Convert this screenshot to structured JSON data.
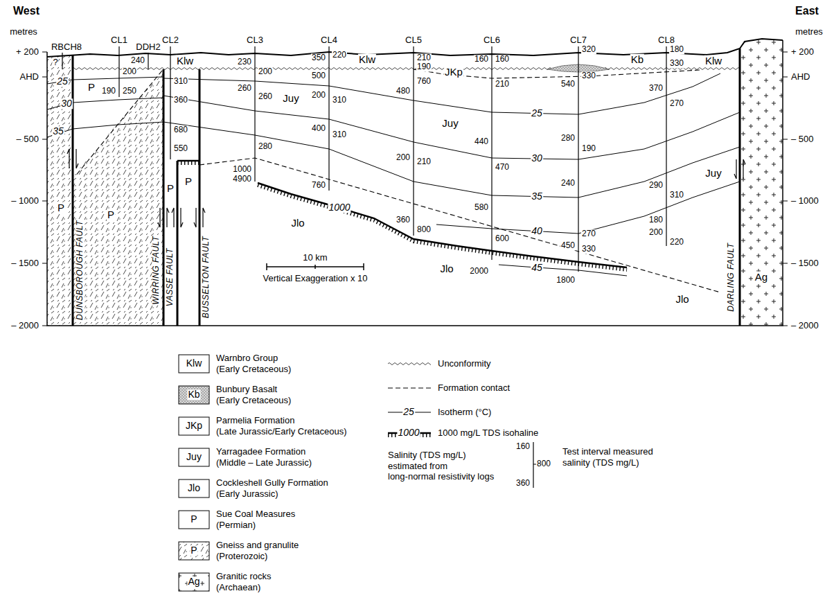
{
  "diagram": {
    "labels": [
      "West",
      "East",
      "metres",
      "metres",
      "+ 200",
      "AHD",
      "– 500",
      "– 1000",
      "– 1500",
      "– 2000",
      "+ 200",
      "AHD",
      "– 500",
      "– 1000",
      "– 1500",
      "– 2000",
      "RBCH8",
      "?",
      "CL1",
      "DDH2",
      "CL2",
      "CL3",
      "CL4",
      "CL5",
      "CL6",
      "CL7",
      "CL8",
      "200",
      "190",
      "250",
      "240",
      "310",
      "360",
      "680",
      "550",
      "230",
      "200",
      "260",
      "260",
      "280",
      "1000",
      "4900",
      "350",
      "220",
      "500",
      "200",
      "310",
      "400",
      "310",
      "760",
      "210",
      "190",
      "760",
      "480",
      "200",
      "210",
      "360",
      "800",
      "160",
      "160",
      "210",
      "440",
      "470",
      "580",
      "600",
      "2000",
      "320",
      "330",
      "540",
      "280",
      "190",
      "240",
      "270",
      "450",
      "330",
      "1800",
      "180",
      "330",
      "370",
      "270",
      "290",
      "310",
      "180",
      "200",
      "220",
      "Klw",
      "Klw",
      "Klw",
      "Kb",
      "JKp",
      "Juy",
      "Juy",
      "Juy",
      "Jlo",
      "Jlo",
      "Jlo",
      "P",
      "P",
      "P",
      "P",
      "P",
      "Ag",
      "25",
      "30",
      "35",
      "25",
      "30",
      "35",
      "40",
      "45",
      "1000",
      "DUNSBOROUGH FAULT",
      "WIRRING FAULT",
      "VASSE FAULT",
      "BUSSELTON FAULT",
      "DARLING FAULT",
      "10 km",
      "Vertical Exaggeration x 10",
      "Klw",
      "Kb",
      "JKp",
      "Juy",
      "Jlo",
      "P",
      "P",
      "Ag",
      "25",
      "1000",
      "160",
      "800",
      "360"
    ],
    "legend": [
      {
        "text": "Warnbro Group (Early Cretaceous)"
      },
      {
        "text": "Bunbury Basalt (Early Cretaceous)"
      },
      {
        "text": "Parmelia Formation (Late Jurassic/Early Cretaceous)"
      },
      {
        "text": "Yarragadee Formation (Middle – Late Jurassic)"
      },
      {
        "text": "Cockleshell Gully Formation (Early Jurassic)"
      },
      {
        "text": "Sue Coal Measures (Permian)"
      },
      {
        "text": "Gneiss and granulite (Proterozoic)"
      },
      {
        "text": "Granitic rocks (Archaean)"
      },
      {
        "text": "Unconformity"
      },
      {
        "text": "Formation contact"
      },
      {
        "text": "Isotherm (°C)"
      },
      {
        "text": "1000 mg/L TDS isohaline"
      },
      {
        "text": "Salinity (TDS mg/L) estimated from long-normal resistivity logs"
      },
      {
        "text": "Test interval measured salinity (TDS mg/L)"
      }
    ]
  }
}
